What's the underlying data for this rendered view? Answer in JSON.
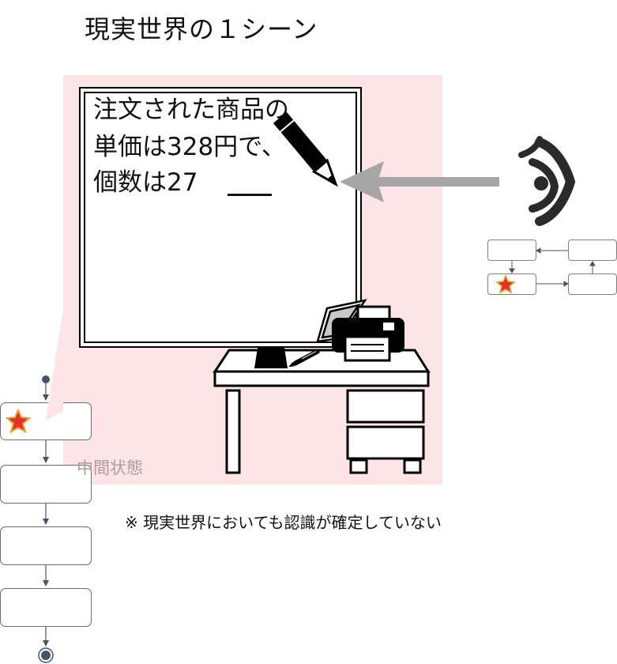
{
  "title": "現実世界の１シーン",
  "board": {
    "line1": "注文された商品の",
    "line2": "単価は328円で、",
    "line3": "個数は27"
  },
  "intermediate_label": "中間状態",
  "note": "※ 現実世界においても認識が確定していない",
  "colors": {
    "scene_background": "#fde4e6",
    "arrow": "#a6a6a6",
    "star_fill": "#e8302a",
    "star_outline": "#e8a12a",
    "state_border": "#6b6b6b",
    "flow_line": "#44546a"
  },
  "icons": [
    "eye-icon",
    "pencil-icon",
    "printer-icon",
    "laptop-icon",
    "pen-icon",
    "star-icon",
    "desk-icon"
  ]
}
